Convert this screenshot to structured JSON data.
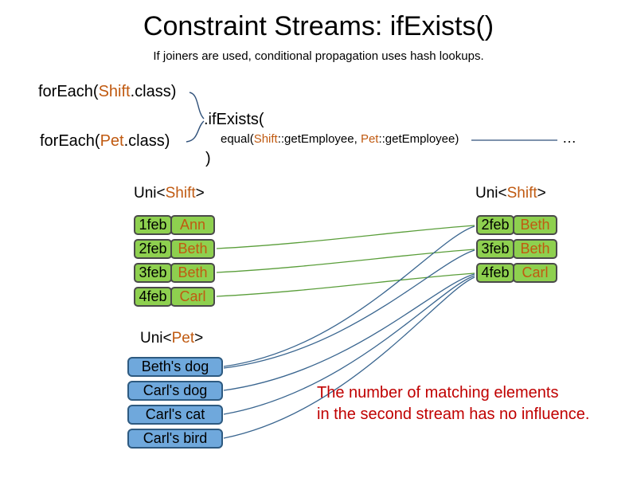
{
  "title": "Constraint Streams: ifExists()",
  "subtitle": "If joiners are used, conditional propagation uses hash lookups.",
  "code": {
    "foreach_shift": {
      "pre": "forEach(",
      "cls": "Shift",
      "post": ".class)"
    },
    "foreach_pet": {
      "pre": "forEach(",
      "cls": "Pet",
      "post": ".class)"
    },
    "if_exists": ".ifExists(",
    "equal": {
      "pre": "equal(",
      "cls1": "Shift",
      "mid": "::getEmployee, ",
      "cls2": "Pet",
      "post": "::getEmployee)"
    },
    "ellipsis": "…",
    "close_paren": ")"
  },
  "labels": {
    "left_shift": {
      "pre": "Uni<",
      "cls": "Shift",
      "post": ">"
    },
    "right_shift": {
      "pre": "Uni<",
      "cls": "Shift",
      "post": ">"
    },
    "pet": {
      "pre": "Uni<",
      "cls": "Pet",
      "post": ">"
    }
  },
  "tables": {
    "left_shift": {
      "rows": [
        {
          "date": "1feb",
          "name": "Ann"
        },
        {
          "date": "2feb",
          "name": "Beth"
        },
        {
          "date": "3feb",
          "name": "Beth"
        },
        {
          "date": "4feb",
          "name": "Carl"
        }
      ]
    },
    "right_shift": {
      "rows": [
        {
          "date": "2feb",
          "name": "Beth"
        },
        {
          "date": "3feb",
          "name": "Beth"
        },
        {
          "date": "4feb",
          "name": "Carl"
        }
      ]
    },
    "pet": {
      "rows": [
        {
          "label": "Beth's dog"
        },
        {
          "label": "Carl's dog"
        },
        {
          "label": "Carl's cat"
        },
        {
          "label": "Carl's bird"
        }
      ]
    }
  },
  "note": {
    "line1": "The number of matching elements",
    "line2": "in the second stream has no influence."
  },
  "colors": {
    "class_text": "#c05a11",
    "shift_box_fill": "#8ed04f",
    "pet_box_fill": "#6fa8dc",
    "shift_link": "#5a9e3a",
    "pet_link": "#39658f",
    "note_text": "#c00000"
  }
}
